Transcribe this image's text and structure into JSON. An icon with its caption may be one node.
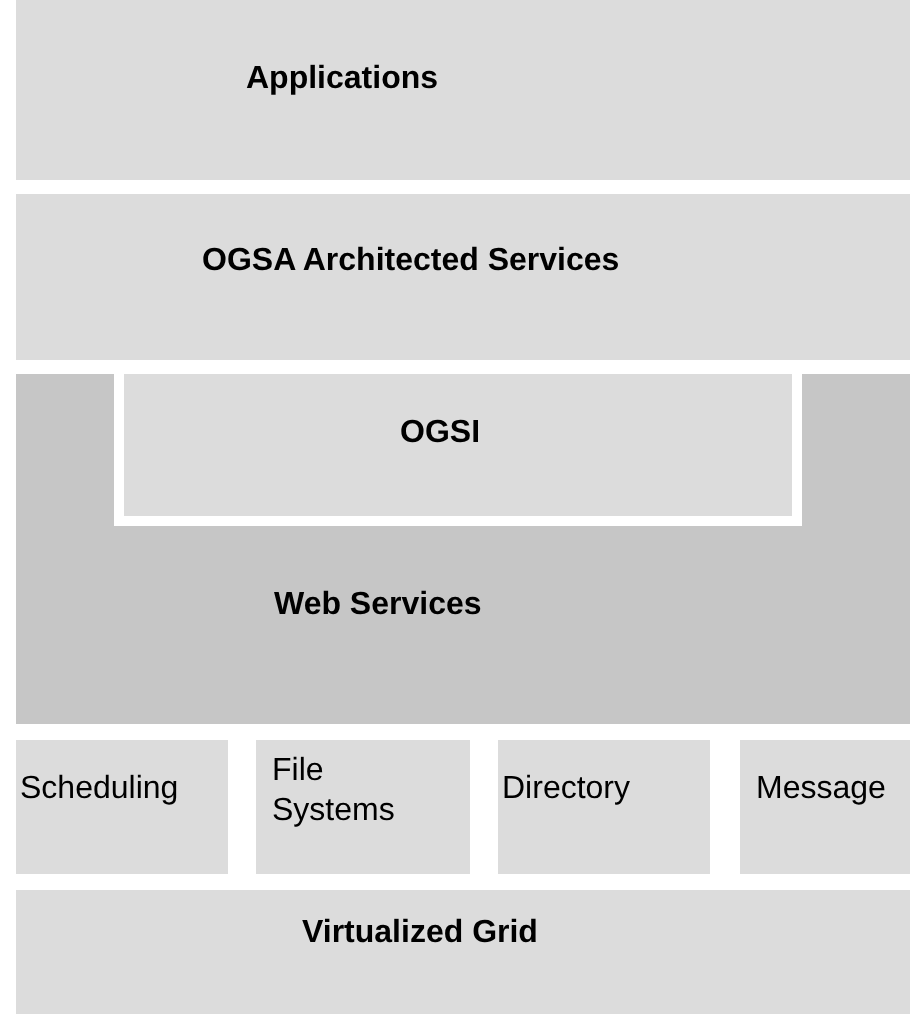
{
  "diagram": {
    "nodes": [
      {
        "text": [
          "Applications"
        ]
      },
      {
        "text": [
          "OGSA Architected Services"
        ]
      },
      {
        "text": [
          "Web Services"
        ]
      },
      {
        "text": [
          "OGSI"
        ],
        "in": 2
      },
      {
        "text": [
          "Scheduling"
        ]
      },
      {
        "text": [
          "File Systems"
        ]
      },
      {
        "text": [
          "Directory"
        ]
      },
      {
        "text": [
          "Message"
        ]
      },
      {
        "text": [
          "Virtualized Grid"
        ]
      }
    ]
  }
}
